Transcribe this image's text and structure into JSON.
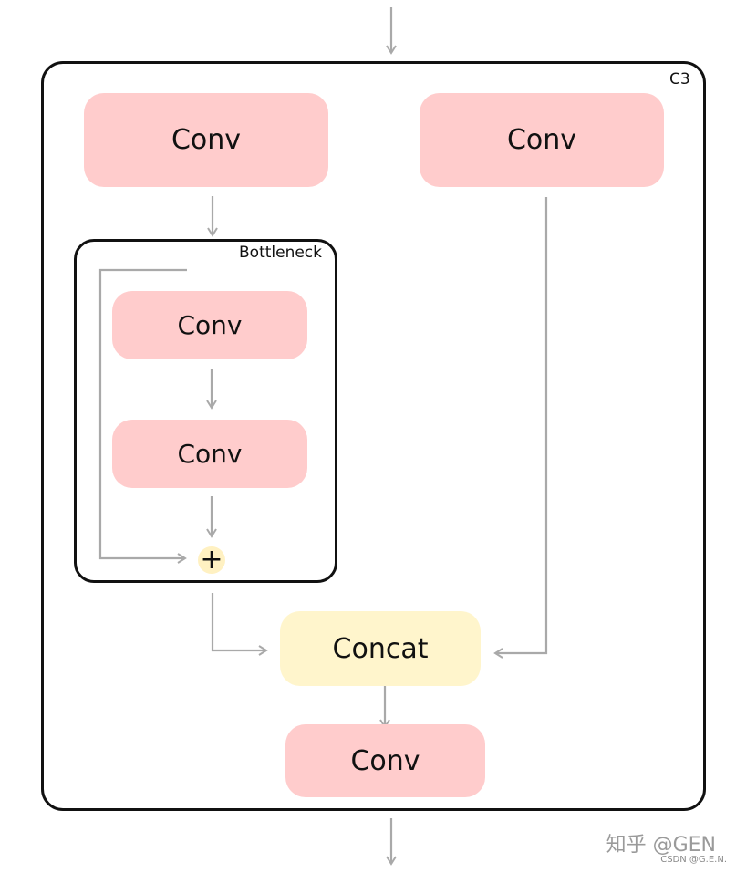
{
  "frames": {
    "outer_label": "C3",
    "inner_label": "Bottleneck"
  },
  "blocks": {
    "conv_top_left": "Conv",
    "conv_top_right": "Conv",
    "conv_bottleneck_1": "Conv",
    "conv_bottleneck_2": "Conv",
    "concat": "Concat",
    "conv_final": "Conv",
    "add_symbol": "+"
  },
  "watermark": {
    "main": "知乎 @GEN",
    "sub": "CSDN @G.E.N."
  },
  "colors": {
    "conv_fill": "#ffcccc",
    "concat_fill": "#fff5cc",
    "arrow": "#a9a9a9",
    "frame_stroke": "#111111"
  }
}
